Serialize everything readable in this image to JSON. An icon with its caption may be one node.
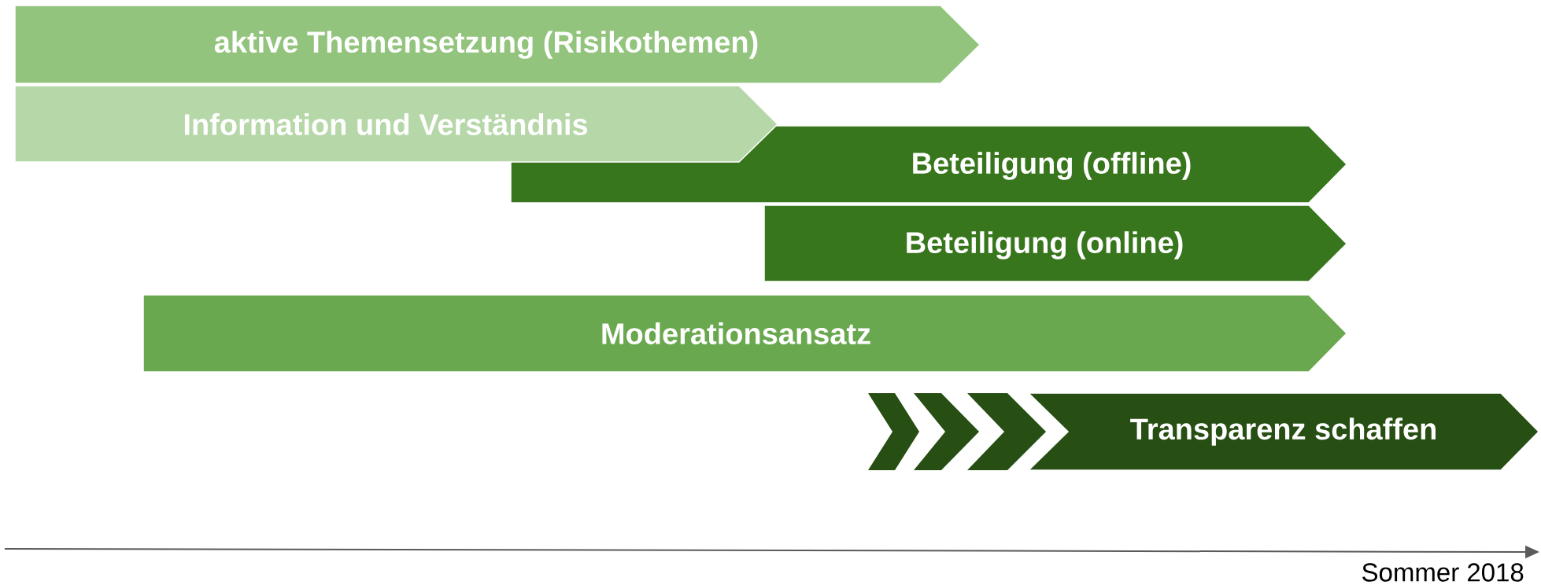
{
  "diagram": {
    "nodes": [
      {
        "text": [
          "aktive Themensetzung (Risikothemen)"
        ]
      },
      {
        "text": [
          "Information und Verständnis"
        ]
      },
      {
        "text": [
          "Beteiligung (offline)"
        ]
      },
      {
        "text": [
          "Beteiligung (online)"
        ]
      },
      {
        "text": [
          "Moderationsansatz"
        ]
      },
      {
        "text": [
          "Transparenz schaffen"
        ]
      }
    ],
    "edges": [],
    "labels": [
      "Sommer 2018"
    ]
  }
}
